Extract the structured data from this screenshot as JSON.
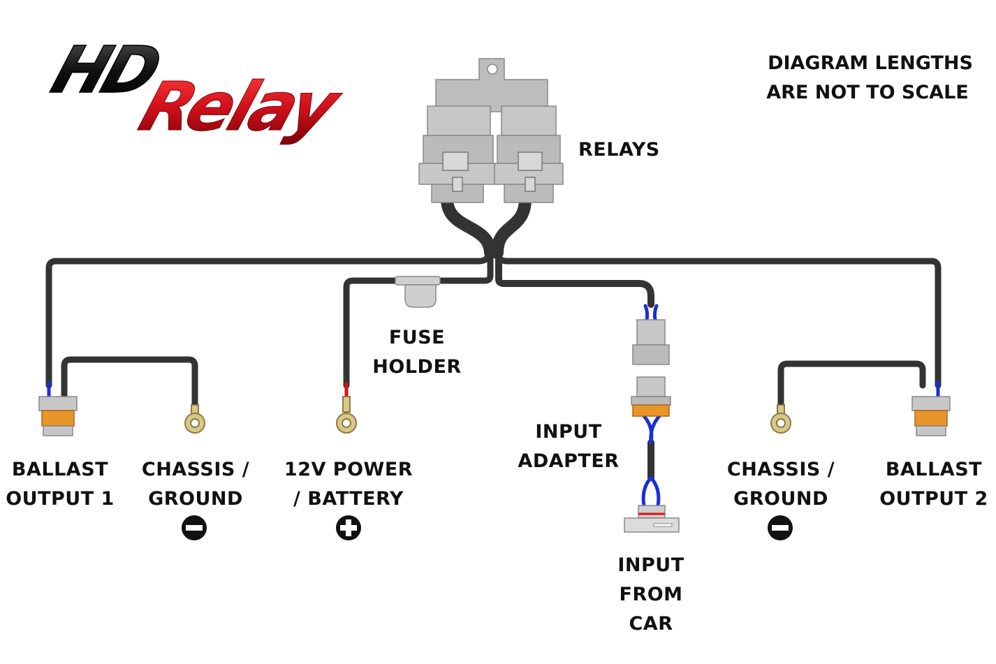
{
  "logo": {
    "part1": "HD",
    "part2": "Relay"
  },
  "note": {
    "line1": "DIAGRAM LENGTHS",
    "line2": "ARE NOT TO SCALE"
  },
  "labels": {
    "relays": "RELAYS",
    "fuse_holder": {
      "line1": "FUSE",
      "line2": "HOLDER"
    },
    "input_adapter": {
      "line1": "INPUT",
      "line2": "ADAPTER"
    },
    "input_from_car": {
      "line1": "INPUT",
      "line2": "FROM",
      "line3": "CAR"
    },
    "ballast_output_1": {
      "line1": "BALLAST",
      "line2": "OUTPUT 1"
    },
    "chassis_ground_left": {
      "line1": "CHASSIS /",
      "line2": "GROUND"
    },
    "power_battery": {
      "line1": "12V POWER",
      "line2": "/ BATTERY"
    },
    "chassis_ground_right": {
      "line1": "CHASSIS /",
      "line2": "GROUND"
    },
    "ballast_output_2": {
      "line1": "BALLAST",
      "line2": "OUTPUT 2"
    }
  },
  "colors": {
    "wire": "#333333",
    "blue_wire": "#1a2fd6",
    "red_wire": "#e01010",
    "logo_black": "#111111",
    "logo_red": "#d0101a",
    "relay_gray": "#bdbdbd",
    "connector_orange": "#e8962a",
    "terminal_gold": "#d8c98a"
  }
}
